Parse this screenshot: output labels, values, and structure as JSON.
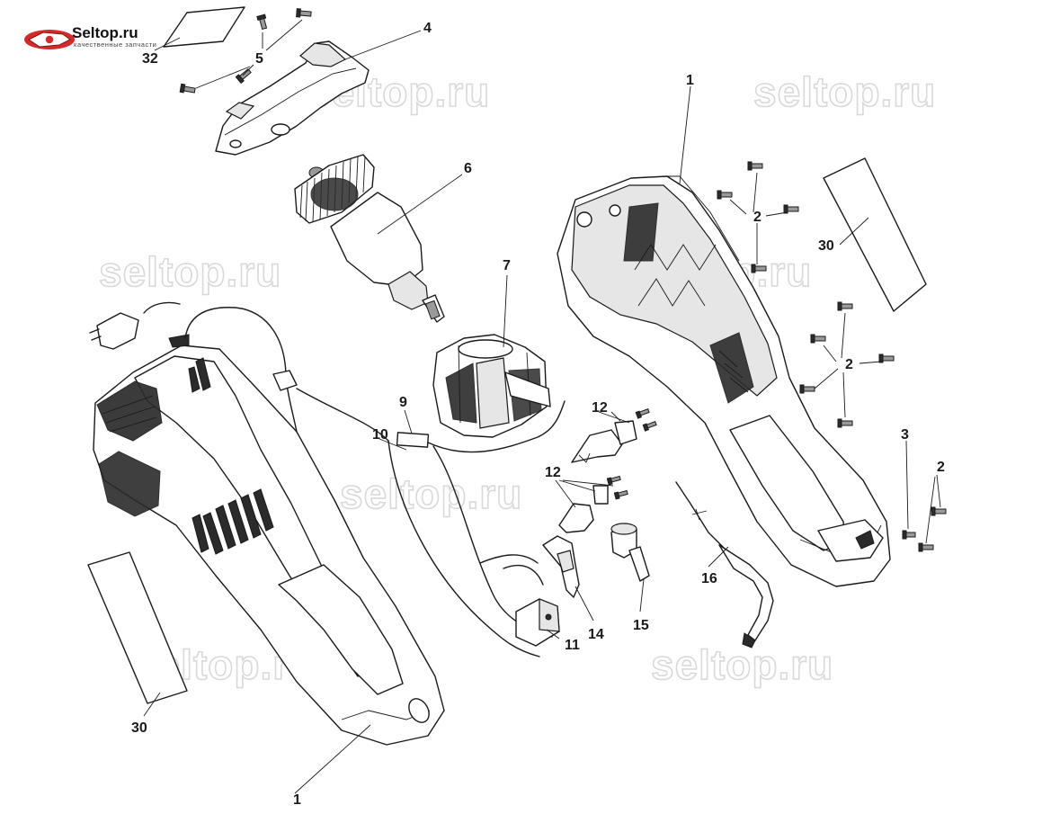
{
  "logo": {
    "name": "Seltop.ru",
    "tagline": "качественные запчасти"
  },
  "watermark": "seltop.ru",
  "callouts": {
    "c1_top": "1",
    "c1_bottom": "1",
    "c2_a": "2",
    "c2_b": "2",
    "c2_c": "2",
    "c3": "3",
    "c4": "4",
    "c5": "5",
    "c6": "6",
    "c7": "7",
    "c9": "9",
    "c10": "10",
    "c11": "11",
    "c12_a": "12",
    "c12_b": "12",
    "c14": "14",
    "c15": "15",
    "c16": "16",
    "c30_a": "30",
    "c30_b": "30",
    "c32": "32"
  },
  "colors": {
    "line": "#1a1a1a",
    "watermark_outline": "#d9d9d9",
    "logo_red": "#d42a2a"
  }
}
